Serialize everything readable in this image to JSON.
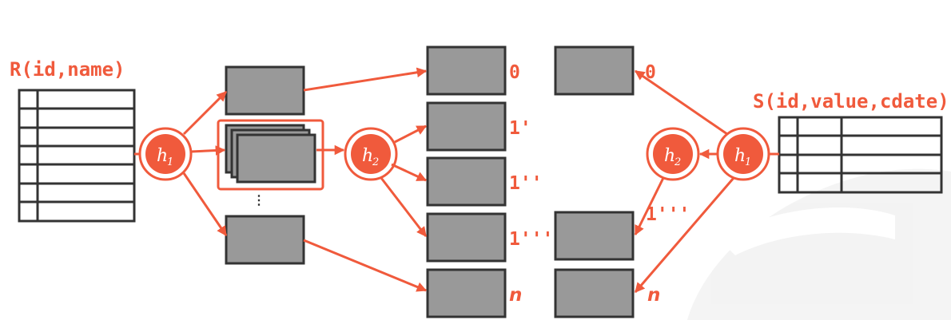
{
  "relations": {
    "r_title": "R(id,name)",
    "s_title": "S(id,value,cdate)"
  },
  "hash_functions": {
    "h1": {
      "base": "h",
      "sub": "1"
    },
    "h2": {
      "base": "h",
      "sub": "2"
    }
  },
  "partition_labels": {
    "p0": "0",
    "p1a": "1'",
    "p1b": "1''",
    "p1c": "1'''",
    "pn": "n"
  },
  "right_labels": {
    "p0": "0",
    "p1c": "1'''",
    "pn": "n"
  },
  "ellipsis": "⋮",
  "colors": {
    "accent": "#f05a3c",
    "bucket_fill": "#999999",
    "outline": "#333333"
  }
}
